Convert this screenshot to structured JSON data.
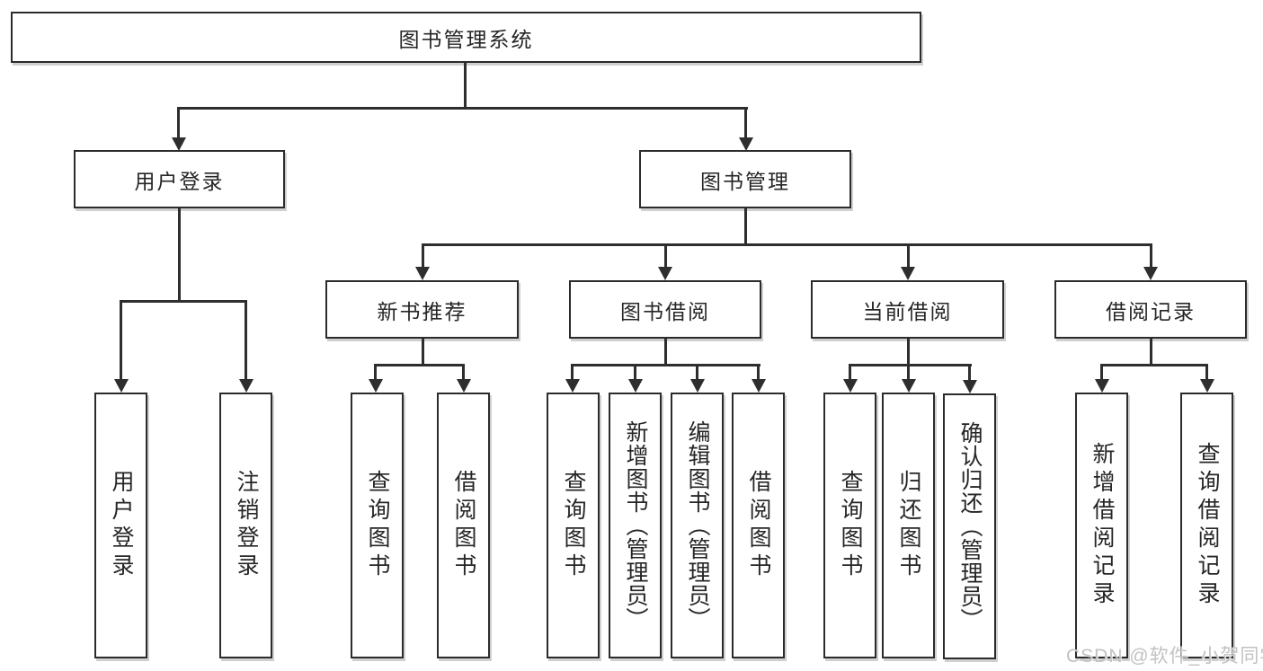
{
  "diagram": {
    "root": {
      "label": "图书管理系统",
      "children": [
        {
          "label": "用户登录",
          "children": [
            {
              "label": "用户登录"
            },
            {
              "label": "注销登录"
            }
          ]
        },
        {
          "label": "图书管理",
          "children": [
            {
              "label": "新书推荐",
              "children": [
                {
                  "label": "查询图书"
                },
                {
                  "label": "借阅图书"
                }
              ]
            },
            {
              "label": "图书借阅",
              "children": [
                {
                  "label": "查询图书"
                },
                {
                  "label": "新增图书（管理员）"
                },
                {
                  "label": "编辑图书（管理员）"
                },
                {
                  "label": "借阅图书"
                }
              ]
            },
            {
              "label": "当前借阅",
              "children": [
                {
                  "label": "查询图书"
                },
                {
                  "label": "归还图书"
                },
                {
                  "label": "确认归还（管理员）"
                }
              ]
            },
            {
              "label": "借阅记录",
              "children": [
                {
                  "label": "新增借阅记录"
                },
                {
                  "label": "查询借阅记录"
                }
              ]
            }
          ]
        }
      ]
    }
  },
  "watermark": {
    "text": "CSDN @软件_小贺同学"
  },
  "colors": {
    "line": "#2e2e2e",
    "box_border": "#2b2b2b",
    "text": "#262626",
    "background": "#ffffff",
    "watermark": "#c2c2c2"
  }
}
